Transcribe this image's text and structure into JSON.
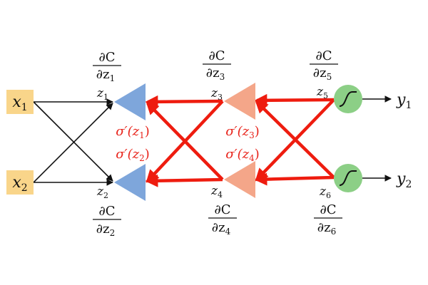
{
  "colors": {
    "input_fill": "#f9d58a",
    "layer1_fill": "#7ea6db",
    "layer2_fill": "#f4a689",
    "output_fill": "#8ccf86",
    "forward_line": "#111111",
    "backprop_line": "#ee1c0f",
    "sigma_text": "#e8231a"
  },
  "icons": {
    "activation": "sigmoid-curve-icon"
  },
  "inputs": [
    {
      "base": "x",
      "sub": "1"
    },
    {
      "base": "x",
      "sub": "2"
    }
  ],
  "outputs": [
    {
      "base": "y",
      "sub": "1"
    },
    {
      "base": "y",
      "sub": "2"
    }
  ],
  "nodes": {
    "z1": {
      "base": "z",
      "sub": "1"
    },
    "z2": {
      "base": "z",
      "sub": "2"
    },
    "z3": {
      "base": "z",
      "sub": "3"
    },
    "z4": {
      "base": "z",
      "sub": "4"
    },
    "z5": {
      "base": "z",
      "sub": "5"
    },
    "z6": {
      "base": "z",
      "sub": "6"
    }
  },
  "gradients": {
    "numerator": "∂C",
    "denominator_prefix": "∂z",
    "g1": {
      "sub": "1"
    },
    "g2": {
      "sub": "2"
    },
    "g3": {
      "sub": "3"
    },
    "g4": {
      "sub": "4"
    },
    "g5": {
      "sub": "5"
    },
    "g6": {
      "sub": "6"
    }
  },
  "sigma_labels": {
    "prefix": "σ′(z",
    "suffix": ")",
    "s1": {
      "sub": "1"
    },
    "s2": {
      "sub": "2"
    },
    "s3": {
      "sub": "3"
    },
    "s4": {
      "sub": "4"
    }
  }
}
